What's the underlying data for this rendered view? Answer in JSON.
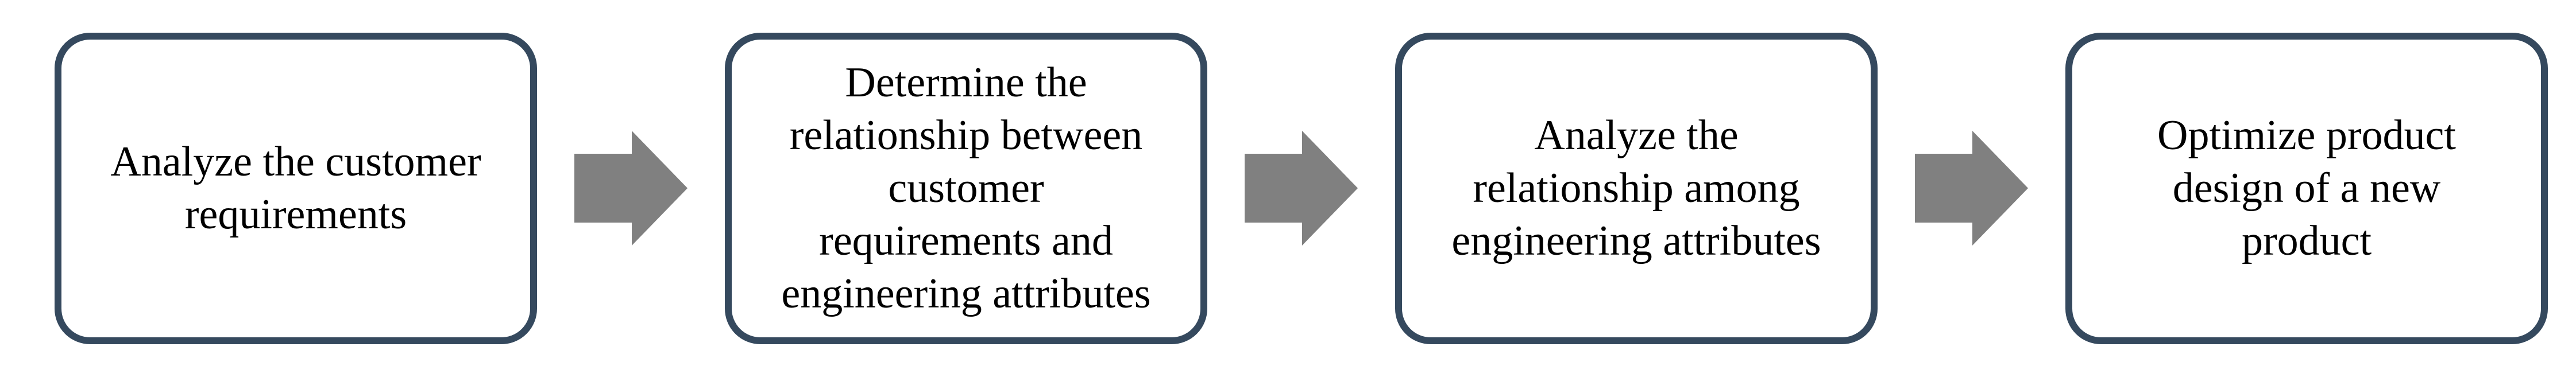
{
  "diagram": {
    "type": "process-flow",
    "direction": "left-to-right",
    "background_color": "#ffffff",
    "box_border_color": "#35495e",
    "box_fill_color": "#ffffff",
    "arrow_color": "#808080",
    "text_color": "#000000",
    "steps": [
      {
        "label": "Analyze the customer\nrequirements"
      },
      {
        "label": "Determine the\nrelationship between\ncustomer\nrequirements and\nengineering attributes"
      },
      {
        "label": "Analyze the\nrelationship among\nengineering attributes"
      },
      {
        "label": "Optimize product\ndesign of a new\nproduct"
      }
    ],
    "arrows": [
      {
        "icon": "right-arrow"
      },
      {
        "icon": "right-arrow"
      },
      {
        "icon": "right-arrow"
      }
    ]
  }
}
